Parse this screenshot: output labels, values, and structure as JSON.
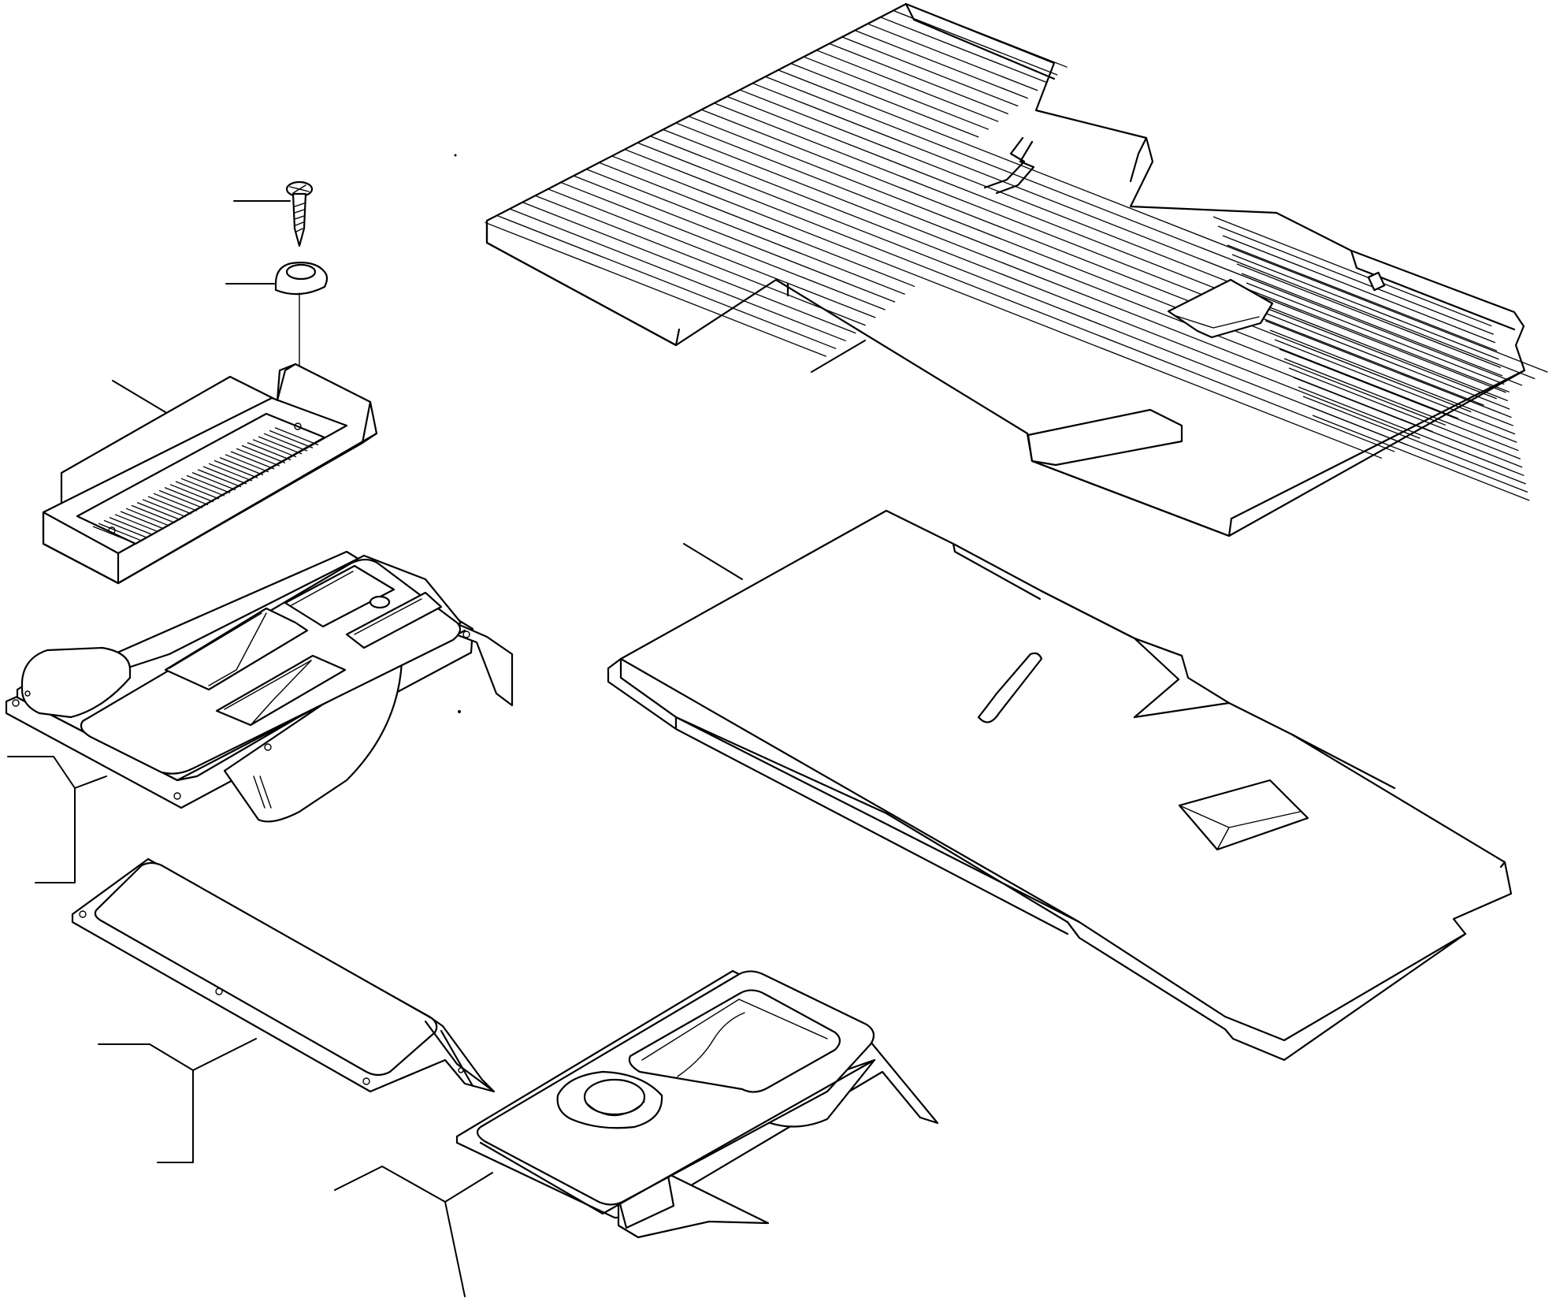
{
  "diagram": {
    "ink": "#000000",
    "background": "#ffffff",
    "parts": [
      {
        "id": "ribbed-floor-mat",
        "name": "ribbed-floor-mat"
      },
      {
        "id": "flat-floor-plate",
        "name": "flat-floor-plate"
      },
      {
        "id": "screw",
        "name": "screw-icon"
      },
      {
        "id": "cap",
        "name": "cap-icon"
      },
      {
        "id": "small-ribbed-mat",
        "name": "small-ribbed-mat"
      },
      {
        "id": "left-console-tray",
        "name": "left-console-tray"
      },
      {
        "id": "side-cover-panel",
        "name": "side-cover-panel"
      },
      {
        "id": "front-console-tray",
        "name": "front-console-tray"
      }
    ]
  }
}
